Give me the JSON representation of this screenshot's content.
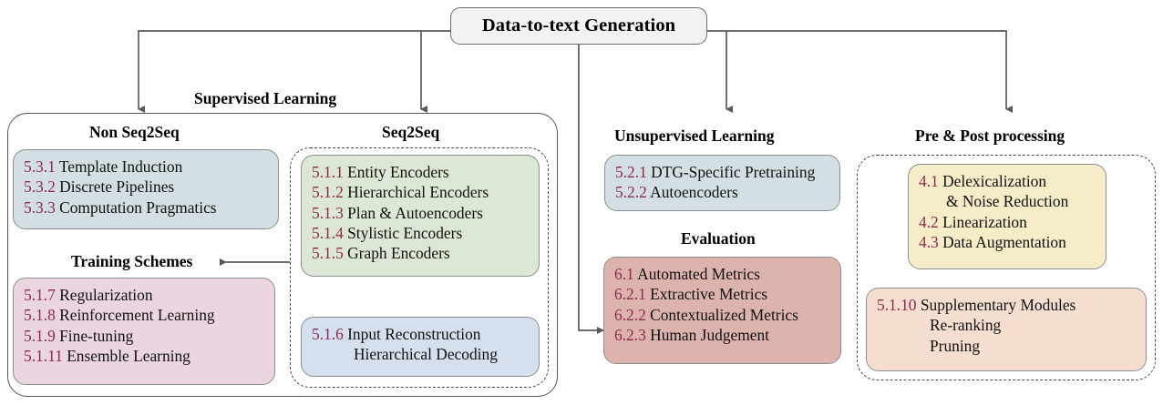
{
  "root": {
    "label": "Data-to-text Generation"
  },
  "captions": {
    "supervised": "Supervised Learning",
    "non_seq2seq": "Non Seq2Seq",
    "seq2seq": "Seq2Seq",
    "training_schemes": "Training Schemes",
    "unsupervised": "Unsupervised Learning",
    "evaluation": "Evaluation",
    "pre_post": "Pre & Post processing"
  },
  "colors": {
    "non_seq2seq_fill": "#d4dfe3",
    "seq2seq_fill": "#dde7d5",
    "input_recon_fill": "#d5dfee",
    "training_fill": "#ead5e0",
    "unsupervised_fill": "#d4dfe3",
    "evaluation_fill": "#dcb3ad",
    "prepost_fill": "#f7ecc8",
    "supplementary_fill": "#f5ded0",
    "number_color": "#8c2b4d",
    "root_fill": "#f2f2f2",
    "edge_color": "#5a5a5a"
  },
  "cards": {
    "non_seq2seq": [
      {
        "num": "5.3.1",
        "text": "Template Induction"
      },
      {
        "num": "5.3.2",
        "text": "Discrete Pipelines"
      },
      {
        "num": "5.3.3",
        "text": "Computation Pragmatics"
      }
    ],
    "training_schemes": [
      {
        "num": "5.1.7",
        "text": "Regularization"
      },
      {
        "num": "5.1.8",
        "text": "Reinforcement Learning"
      },
      {
        "num": "5.1.9",
        "text": "Fine-tuning"
      },
      {
        "num": "5.1.11",
        "text": "Ensemble Learning"
      }
    ],
    "seq2seq": [
      {
        "num": "5.1.1",
        "text": "Entity Encoders"
      },
      {
        "num": "5.1.2",
        "text": "Hierarchical Encoders"
      },
      {
        "num": "5.1.3",
        "text": "Plan & Autoencoders"
      },
      {
        "num": "5.1.4",
        "text": "Stylistic Encoders"
      },
      {
        "num": "5.1.5",
        "text": "Graph Encoders"
      }
    ],
    "input_reconstruction": [
      {
        "num": "5.1.6",
        "text": "Input Reconstruction"
      },
      {
        "num": "",
        "text": "Hierarchical Decoding"
      }
    ],
    "unsupervised": [
      {
        "num": "5.2.1",
        "text": "DTG-Specific Pretraining"
      },
      {
        "num": "5.2.2",
        "text": "Autoencoders"
      }
    ],
    "evaluation": [
      {
        "num": "6.1",
        "text": "Automated Metrics"
      },
      {
        "num": "6.2.1",
        "text": "Extractive Metrics"
      },
      {
        "num": "6.2.2",
        "text": "Contextualized Metrics"
      },
      {
        "num": "6.2.3",
        "text": "Human Judgement"
      }
    ],
    "pre_post": [
      {
        "num": "4.1",
        "text": "Delexicalization"
      },
      {
        "num": "",
        "text": "& Noise Reduction"
      },
      {
        "num": "4.2",
        "text": "Linearization"
      },
      {
        "num": "4.3",
        "text": "Data Augmentation"
      }
    ],
    "supplementary": [
      {
        "num": "5.1.10",
        "text": "Supplementary Modules"
      },
      {
        "num": "",
        "text": "Re-ranking"
      },
      {
        "num": "",
        "text": "Pruning"
      }
    ]
  }
}
